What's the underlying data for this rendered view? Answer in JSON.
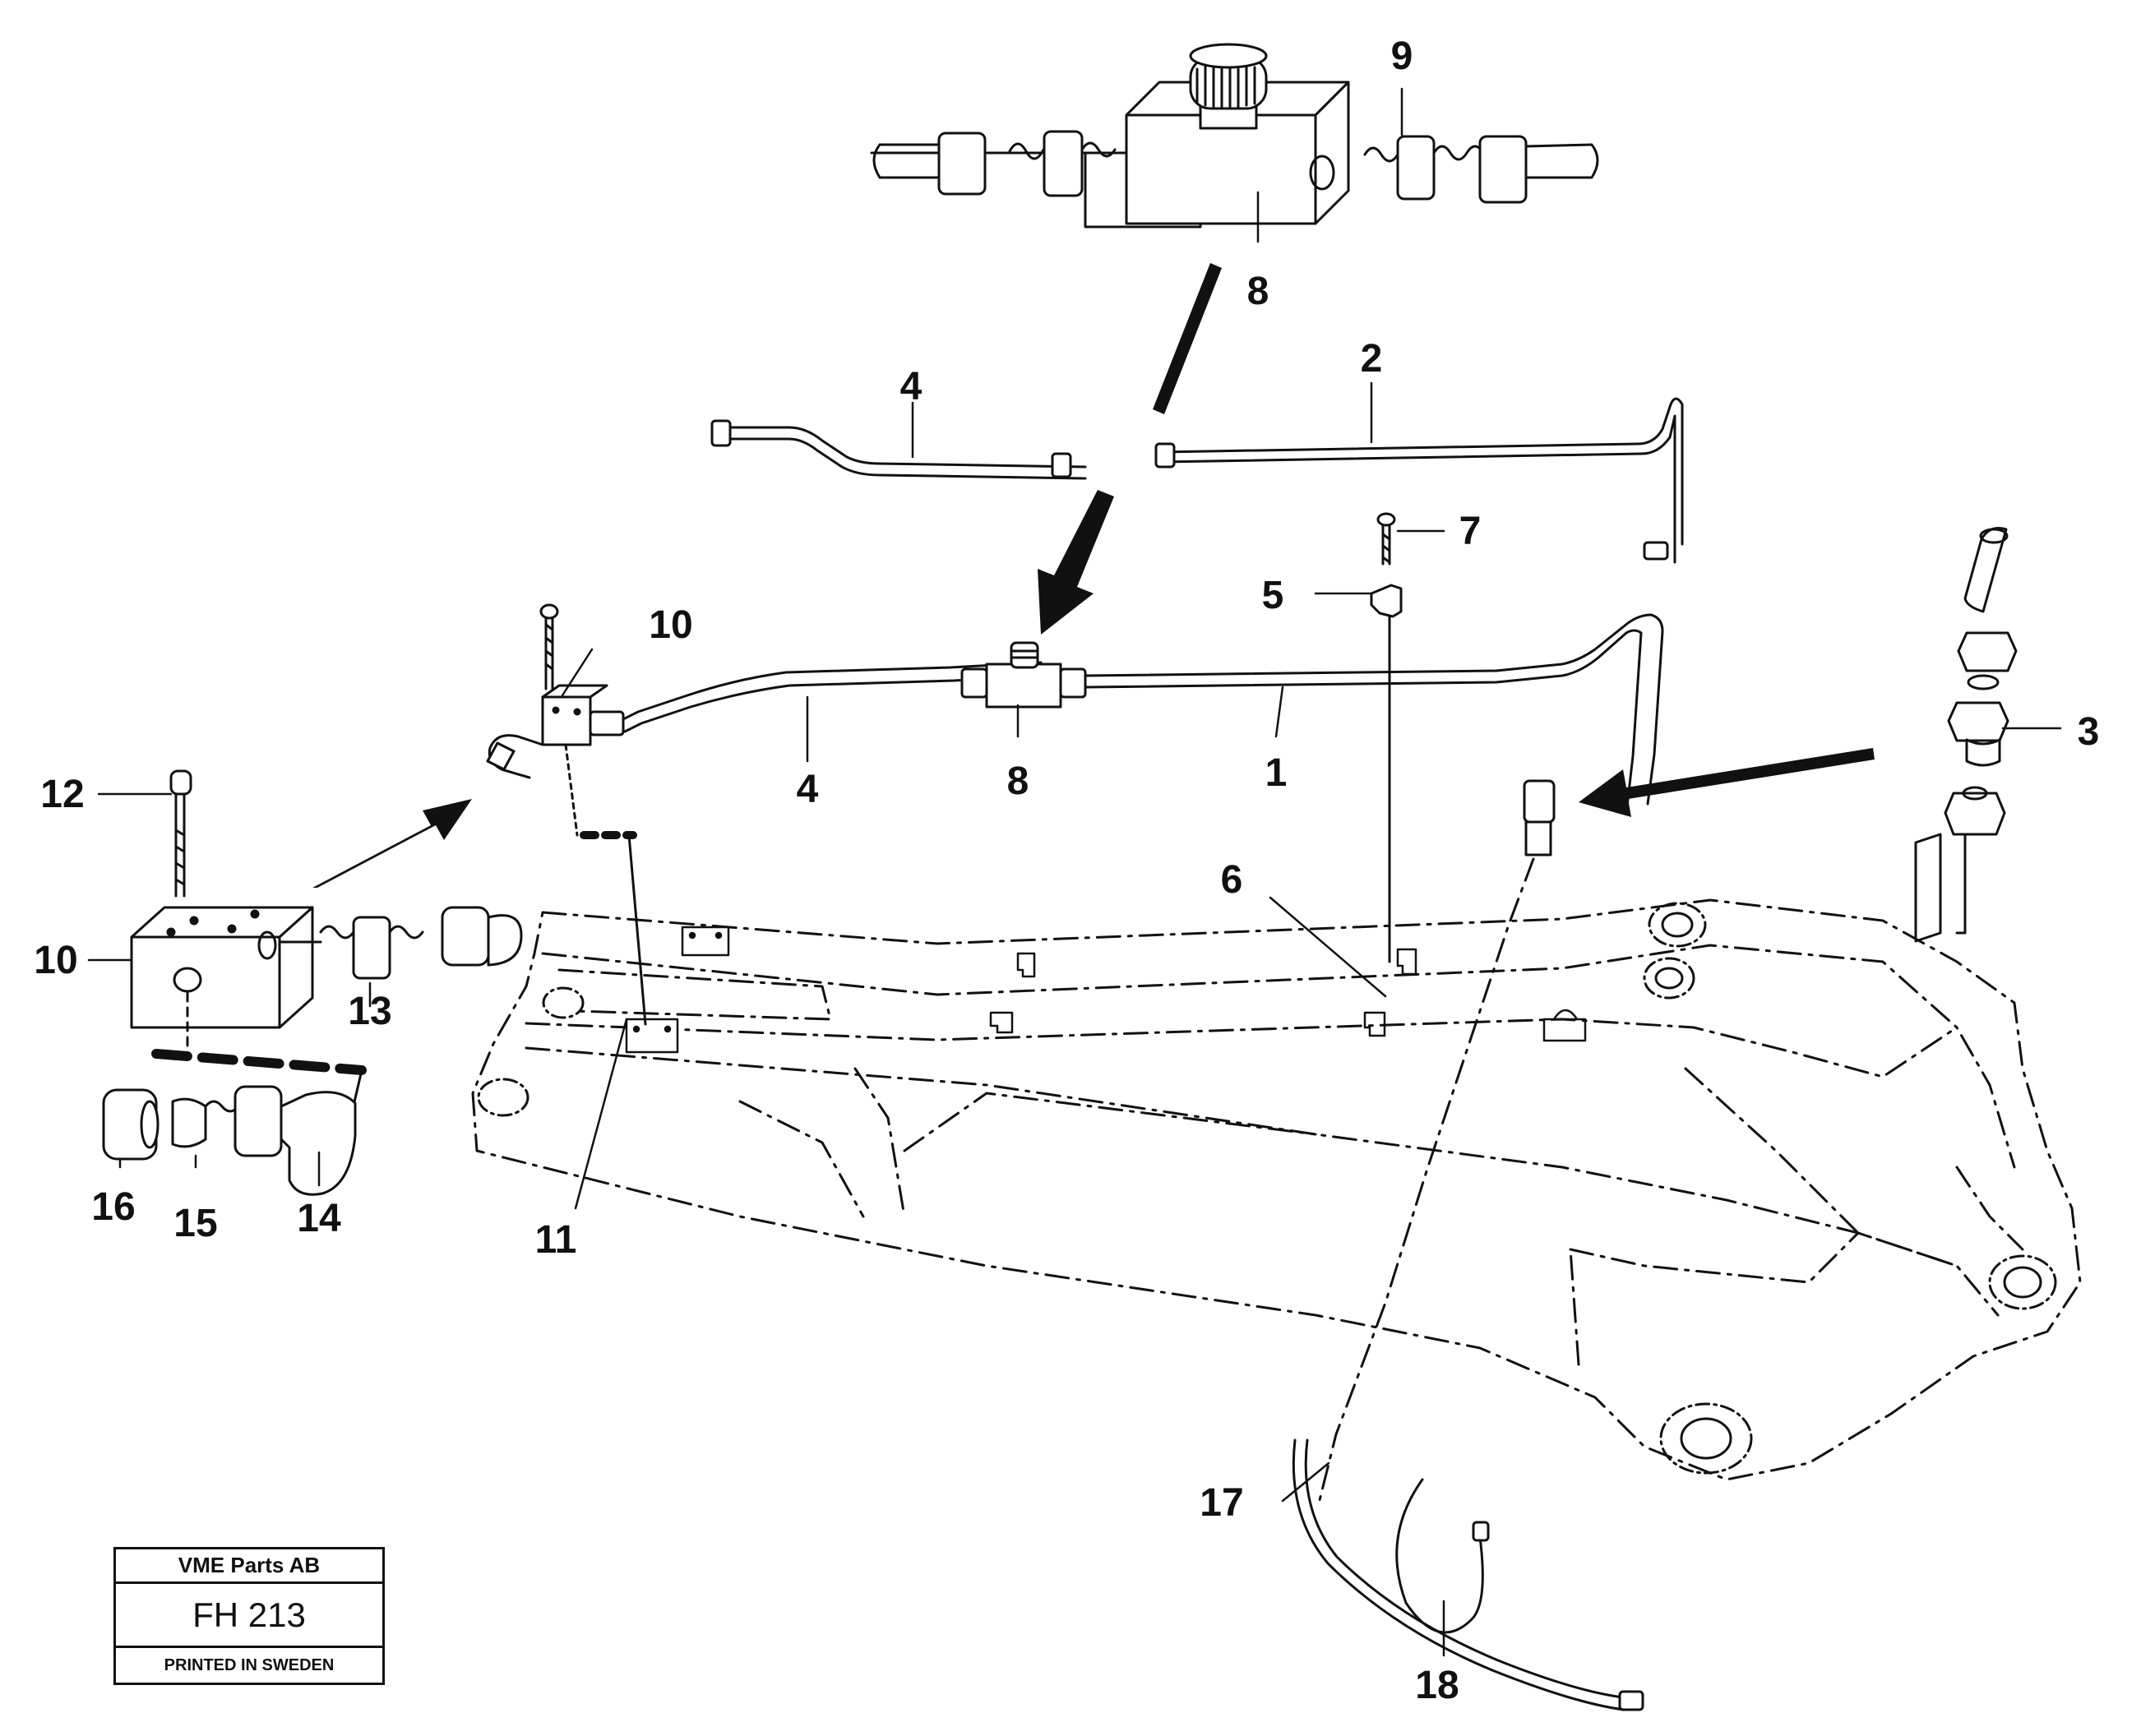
{
  "callouts": {
    "c1": "1",
    "c2": "2",
    "c3": "3",
    "c4a": "4",
    "c4b": "4",
    "c5": "5",
    "c6": "6",
    "c7": "7",
    "c8a": "8",
    "c8b": "8",
    "c9": "9",
    "c10a": "10",
    "c10b": "10",
    "c11": "11",
    "c12": "12",
    "c13": "13",
    "c14": "14",
    "c15": "15",
    "c16": "16",
    "c17": "17",
    "c18": "18"
  },
  "title_block": {
    "company": "VME Parts AB",
    "code": "FH 213",
    "printed": "PRINTED IN SWEDEN"
  },
  "colors": {
    "ink": "#111111",
    "background": "#ffffff"
  }
}
